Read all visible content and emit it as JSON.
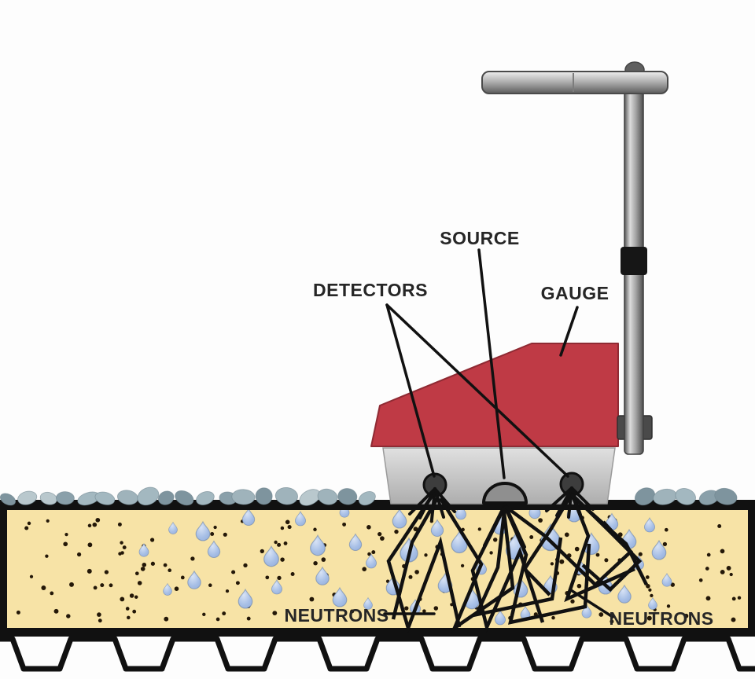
{
  "diagram": {
    "type": "roof-moisture-nuclear-gauge-cross-section",
    "labels": {
      "source": "SOURCE",
      "detectors": "DETECTORS",
      "gauge": "GAUGE",
      "neutrons_left": "NEUTRONS",
      "neutrons_right": "NEUTRONS"
    },
    "colors": {
      "background": "#fdfdfd",
      "roof_red": "#bf3a45",
      "roof_red_edge": "#8f2a33",
      "base_gray_light": "#e0e0e0",
      "base_gray_dark": "#aeaeae",
      "substrate_tan": "#f7e3a6",
      "line_black": "#111111",
      "droplet_fill": "#a7bfe6",
      "droplet_light": "#d8e3f5",
      "droplet_deep": "#8fa9d6",
      "droplet_edge": "#5f7cab",
      "pebble_grays": [
        "#a3b8c0",
        "#8aa0aa",
        "#b9c8cd",
        "#7e949e",
        "#9fb3bb"
      ],
      "pebble_edge": "#6d828c",
      "metal_light": "#efefef",
      "metal_mid": "#a0a0a0",
      "metal_dark": "#5c5c5c",
      "bracket_gray": "#4a4a4a",
      "knob_gray": "#5f5f5f",
      "detector_fill": "#3d3d3d",
      "source_fill": "#8f8f8f",
      "label_text": "#262626",
      "dot_color": "#241808"
    }
  }
}
